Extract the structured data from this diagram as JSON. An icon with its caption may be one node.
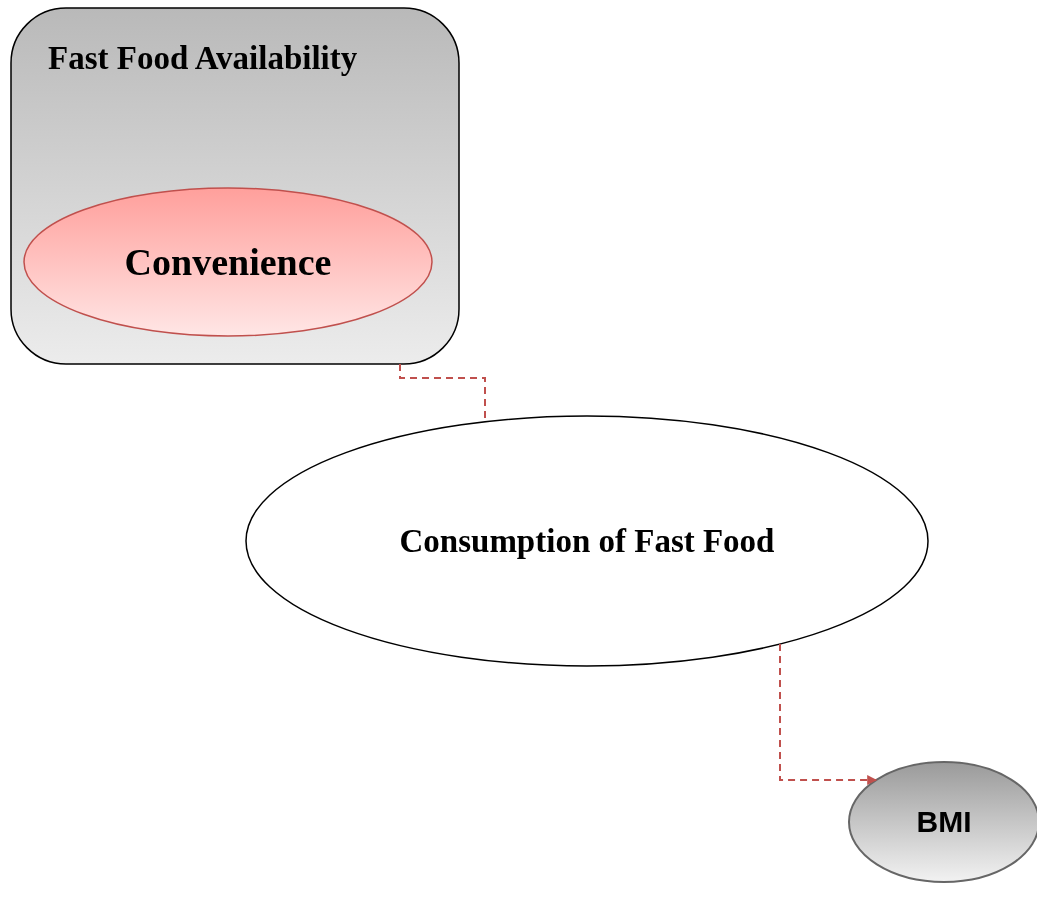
{
  "diagram": {
    "nodes": [
      {
        "text": [
          "Fast Food Availability"
        ]
      },
      {
        "text": [
          "Convenience"
        ],
        "in": 0
      },
      {
        "text": [
          "Consumption of Fast Food"
        ]
      },
      {
        "text": [
          "BMI"
        ]
      }
    ],
    "edges": [
      {
        "from": 0,
        "to": 2,
        "arrow": "none",
        "style": "dashed",
        "color": "#c0504d"
      },
      {
        "from": 2,
        "to": 3,
        "arrow": "to",
        "style": "dashed",
        "color": "#c0504d"
      }
    ]
  }
}
